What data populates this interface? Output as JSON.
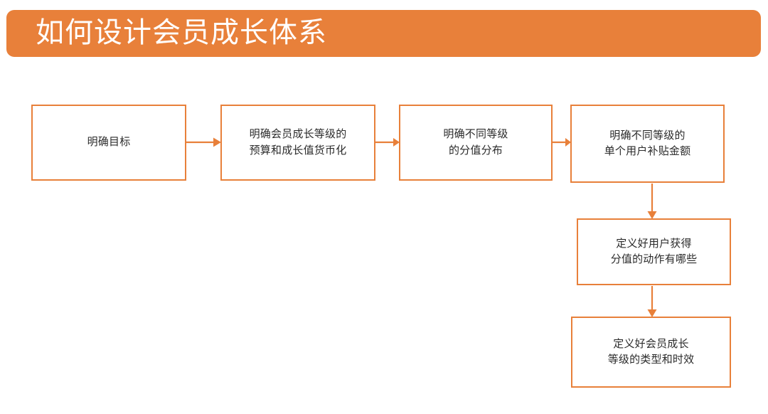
{
  "banner": {
    "title": "如何设计会员成长体系",
    "background_color": "#E8803A",
    "text_color": "#FFFFFF"
  },
  "diagram": {
    "accent_color": "#E8803A",
    "node_text_color": "#2B2B2B",
    "nodes": [
      {
        "id": "node-1",
        "label": "明确目标"
      },
      {
        "id": "node-2",
        "label": "明确会员成长等级的\n预算和成长值货币化"
      },
      {
        "id": "node-3",
        "label": "明确不同等级\n的分值分布"
      },
      {
        "id": "node-4",
        "label": "明确不同等级的\n单个用户补贴金额"
      },
      {
        "id": "node-5",
        "label": "定义好用户获得\n分值的动作有哪些"
      },
      {
        "id": "node-6",
        "label": "定义好会员成长\n等级的类型和时效"
      }
    ],
    "connectors": [
      {
        "id": "arrow-1",
        "from": "node-1",
        "to": "node-2",
        "direction": "right"
      },
      {
        "id": "arrow-2",
        "from": "node-2",
        "to": "node-3",
        "direction": "right"
      },
      {
        "id": "arrow-3",
        "from": "node-3",
        "to": "node-4",
        "direction": "right"
      },
      {
        "id": "arrow-4",
        "from": "node-4",
        "to": "node-5",
        "direction": "down"
      },
      {
        "id": "arrow-5",
        "from": "node-5",
        "to": "node-6",
        "direction": "down"
      }
    ]
  }
}
